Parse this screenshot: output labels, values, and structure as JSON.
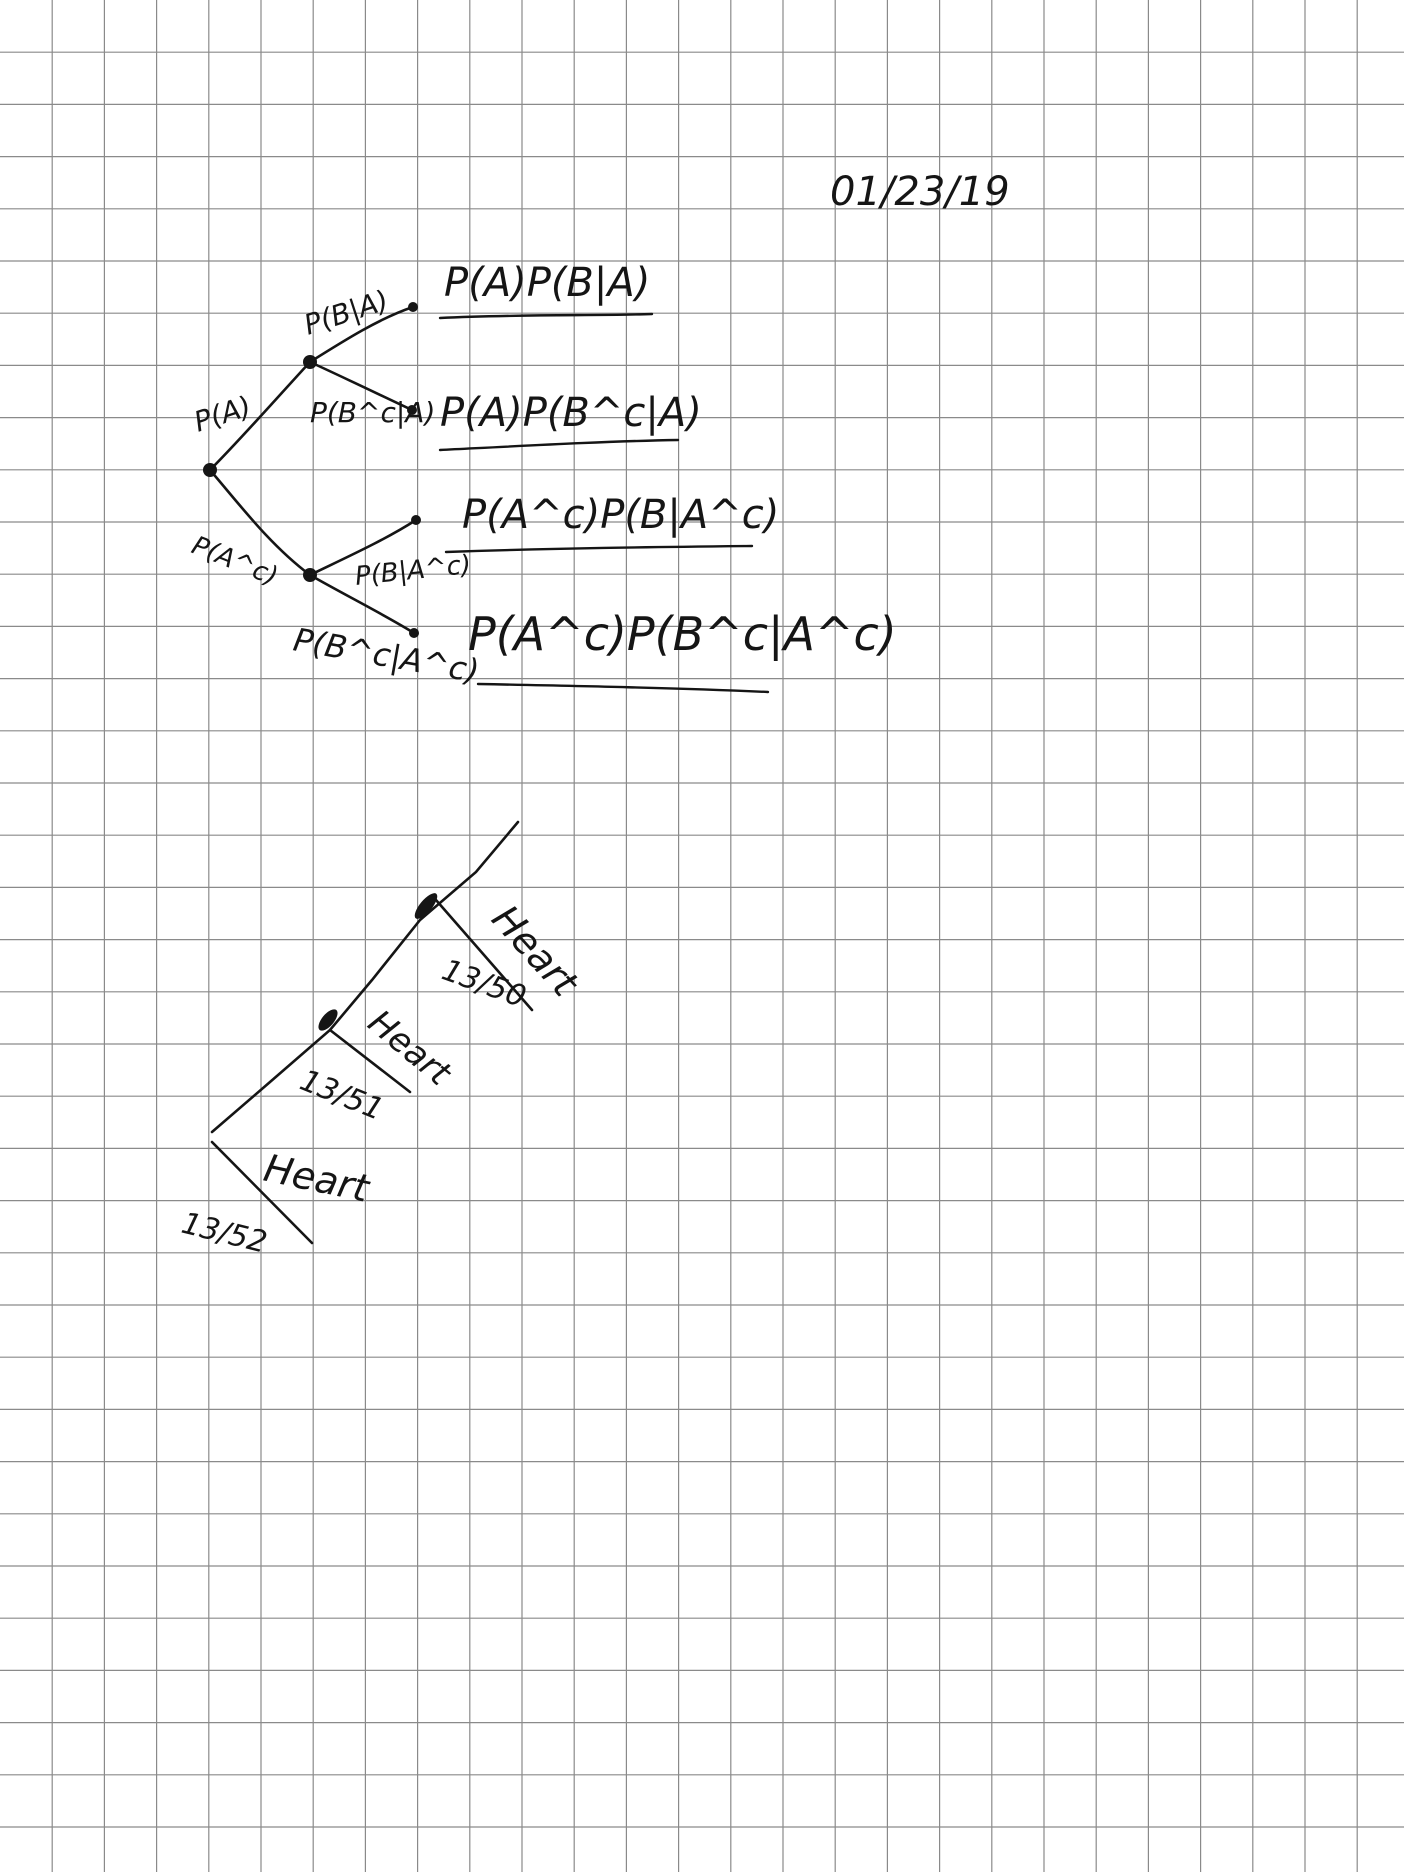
{
  "page": {
    "date": "01/23/19",
    "grid": "on",
    "ink_color": "#151515",
    "grid_color": "#8a8a8a",
    "background": "#ffffff"
  },
  "tree_diagram": {
    "branch_labels": {
      "a": "P(A)",
      "a_complement": "P(A^c)",
      "b_given_a": "P(B|A)",
      "bc_given_a": "P(B^c|A)",
      "b_given_ac": "P(B|A^c)",
      "bc_given_ac": "P(B^c|A^c)"
    },
    "outcomes": [
      "P(A)P(B|A)",
      "P(A)P(B^c|A)",
      "P(A^c)P(B|A^c)",
      "P(A^c)P(B^c|A^c)"
    ]
  },
  "heart_tree": {
    "stages": [
      {
        "event": "Heart",
        "probability": "13/52"
      },
      {
        "event": "Heart",
        "probability": "13/51"
      },
      {
        "event": "Heart",
        "probability": "13/50"
      }
    ]
  }
}
